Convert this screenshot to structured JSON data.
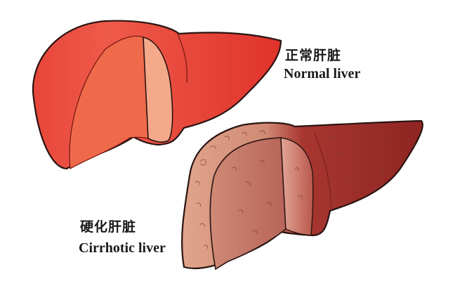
{
  "labels": {
    "normal": {
      "zh": "正常肝脏",
      "en": "Normal liver"
    },
    "cirrhotic": {
      "zh": "硬化肝脏",
      "en": "Cirrhotic liver"
    }
  },
  "colors": {
    "background": "#ffffff",
    "normal_outer": "#e0332b",
    "normal_cut_face": "#ef6a4a",
    "normal_cut_side": "#f4a98a",
    "cirrhotic_outer_left": "#d99a82",
    "cirrhotic_cut_face": "#c97a68",
    "cirrhotic_right_lobe": "#9e2a26",
    "outline": "#2a1412",
    "text": "#1a1a1a"
  }
}
